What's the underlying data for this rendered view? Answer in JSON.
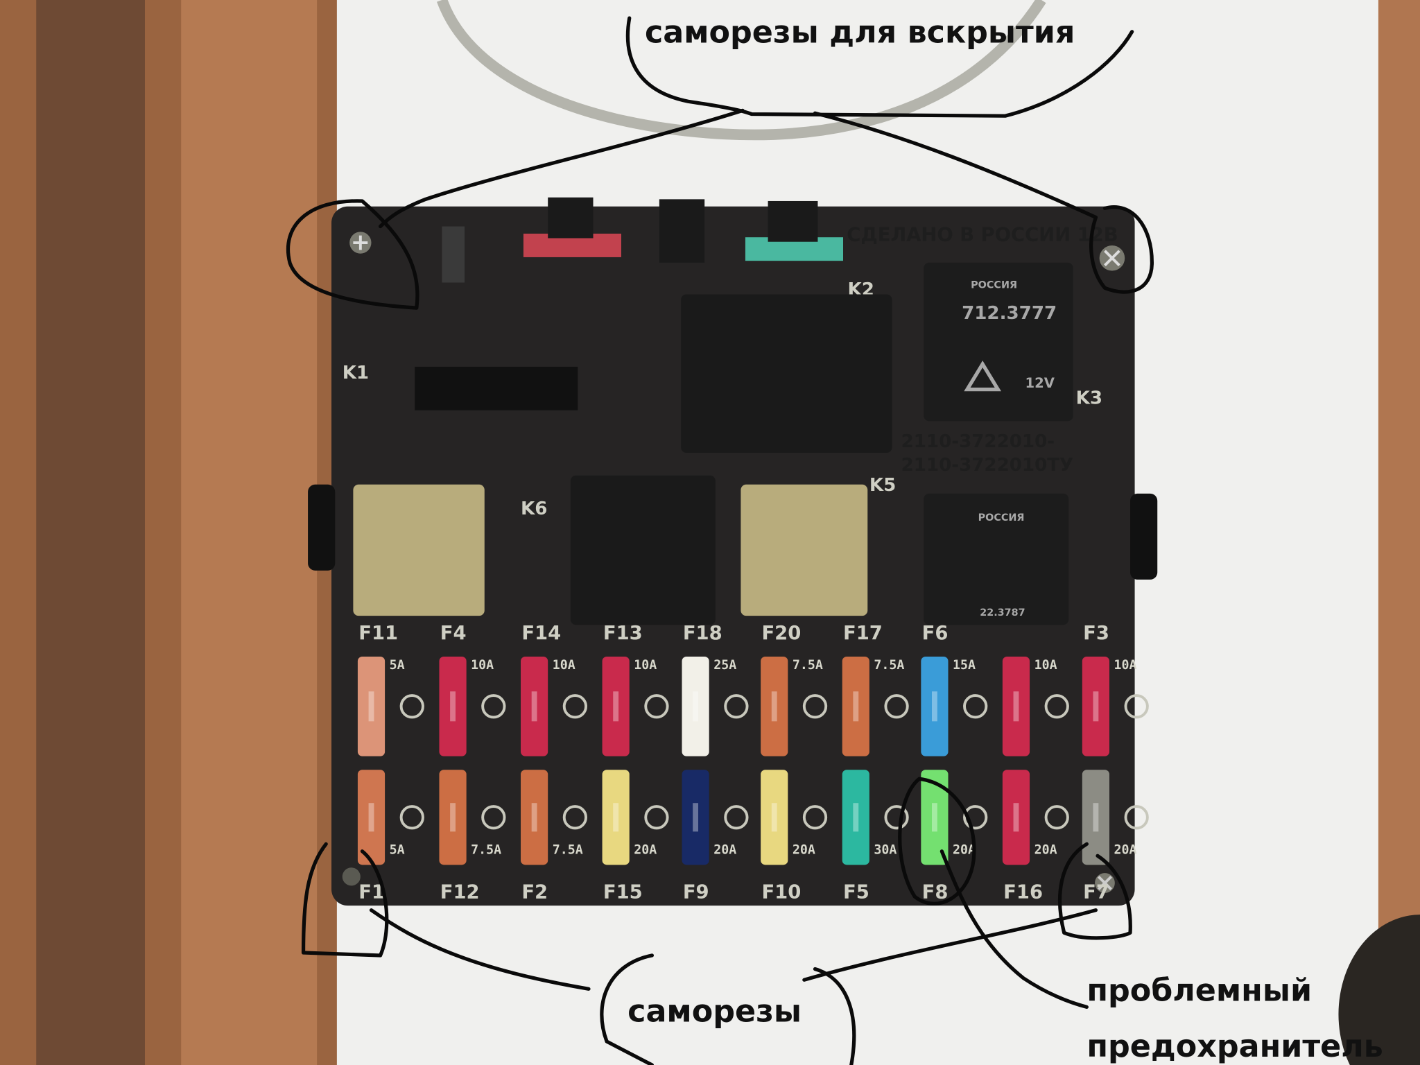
{
  "annotations": {
    "top_label": "саморезы для вскрытия",
    "bottom_label": "саморезы",
    "problem_label_line1": "проблемный",
    "problem_label_line2": "предохранитель"
  },
  "board": {
    "maker_text": "СДЕЛАНО В РОССИИ 12В",
    "part_number_1": "2110-3722010-",
    "part_number_2": "2110-3722010ТУ",
    "relay_labels": {
      "k1": "K1",
      "k2": "K2",
      "k3": "K3",
      "k5": "K5",
      "k6": "K6"
    },
    "relay_flasher": {
      "brand": "РОССИЯ",
      "model": "712.3777",
      "voltage": "12V"
    },
    "relay_small": {
      "brand": "РОССИЯ",
      "model": "22.3787"
    }
  },
  "fuses": {
    "top_row": [
      {
        "label": "F11",
        "rating": "5A",
        "color": "#dc9478"
      },
      {
        "label": "F4",
        "rating": "10A",
        "color": "#c92a4c"
      },
      {
        "label": "F14",
        "rating": "10A",
        "color": "#c92a4c"
      },
      {
        "label": "F13",
        "rating": "10A",
        "color": "#c92a4c"
      },
      {
        "label": "F18",
        "rating": "25A",
        "color": "#f2f0e8"
      },
      {
        "label": "F20",
        "rating": "7.5A",
        "color": "#cc6e44"
      },
      {
        "label": "F17",
        "rating": "7.5A",
        "color": "#cc6e44"
      },
      {
        "label": "F6",
        "rating": "15A",
        "color": "#3a9cd8"
      },
      {
        "label": "",
        "rating": "10A",
        "color": "#c92a4c"
      },
      {
        "label": "F3",
        "rating": "10A",
        "color": "#c92a4c"
      }
    ],
    "bottom_row": [
      {
        "label": "F1",
        "rating": "5A",
        "color": "#cf7650"
      },
      {
        "label": "F12",
        "rating": "7.5A",
        "color": "#cc6e44"
      },
      {
        "label": "F2",
        "rating": "7.5A",
        "color": "#cc6e44"
      },
      {
        "label": "F15",
        "rating": "20A",
        "color": "#e8d880"
      },
      {
        "label": "F9",
        "rating": "20A",
        "color": "#182a66"
      },
      {
        "label": "F10",
        "rating": "20A",
        "color": "#e8d880"
      },
      {
        "label": "F5",
        "rating": "30A",
        "color": "#2cb8a0"
      },
      {
        "label": "F8",
        "rating": "20A",
        "color": "#74e070"
      },
      {
        "label": "F16",
        "rating": "20A",
        "color": "#c92a4c"
      },
      {
        "label": "F7",
        "rating": "20A",
        "color": "#8c8c84"
      }
    ]
  }
}
